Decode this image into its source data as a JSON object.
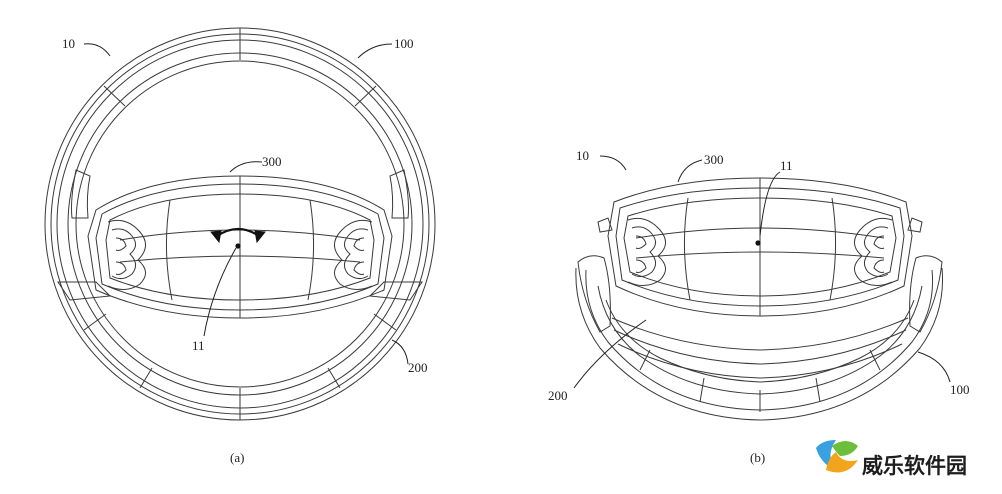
{
  "figure_a": {
    "caption": "(a)",
    "labels": {
      "wheel": "10",
      "rim": "100",
      "hub": "300",
      "axis": "11",
      "lower": "200"
    }
  },
  "figure_b": {
    "caption": "(b)",
    "labels": {
      "wheel": "10",
      "hub": "300",
      "axis": "11",
      "lower": "200",
      "rim": "100"
    }
  },
  "watermark": {
    "text": "威乐软件园"
  },
  "colors": {
    "line": "#3a3a3a",
    "ink": "#111111",
    "wm_green": "#6cbf3a",
    "wm_orange": "#f2a51a",
    "wm_blue": "#3aa0e0"
  }
}
